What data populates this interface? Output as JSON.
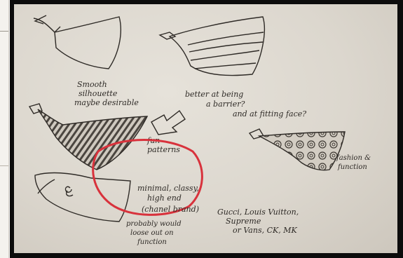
{
  "notes": {
    "smooth": [
      "Smooth",
      "silhouette",
      "maybe desirable"
    ],
    "better": [
      "better at being",
      "a barrier?"
    ],
    "fitting": "and at fitting face?",
    "fun": [
      "fun",
      "patterns"
    ],
    "fashion": [
      "fashion &",
      "function"
    ],
    "minimal": [
      "minimal, classy,",
      "high end",
      "(chanel brand)"
    ],
    "brands": [
      "Gucci, Louis Vuitton,",
      "Supreme",
      "or Vans, CK, MK"
    ],
    "probably": [
      "probably would",
      "loose out on",
      "function"
    ]
  },
  "colors": {
    "paper": "#dcd7ce",
    "ink": "#2e2a26",
    "circle": "#d8323c",
    "frame": "#0c0c0c"
  }
}
